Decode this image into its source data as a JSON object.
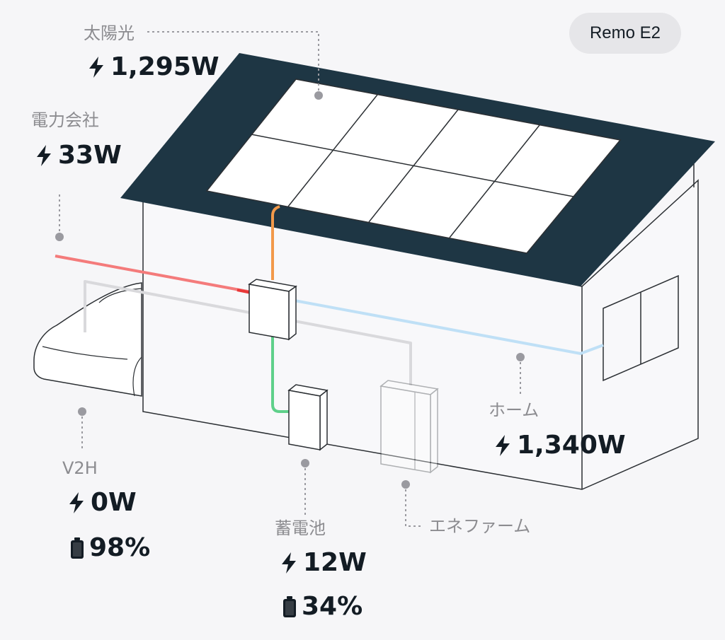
{
  "device": {
    "name": "Remo E2"
  },
  "solar": {
    "label": "太陽光",
    "power": "1,295W"
  },
  "grid": {
    "label": "電力会社",
    "power": "33W"
  },
  "home": {
    "label": "ホーム",
    "power": "1,340W"
  },
  "v2h": {
    "label": "V2H",
    "power": "0W",
    "battery": "98%"
  },
  "storage_battery": {
    "label": "蓄電池",
    "power": "12W",
    "battery": "34%"
  },
  "ene_farm": {
    "label": "エネファーム"
  },
  "colors": {
    "roof": "#1e3644",
    "solar_line": "#f2994a",
    "grid_line": "#f47b7b",
    "home_line": "#bfe0f6",
    "battery_line": "#5fd08a",
    "v2h_line": "#d9d9dc",
    "text_primary": "#131c24",
    "text_secondary": "#8c8c90"
  }
}
